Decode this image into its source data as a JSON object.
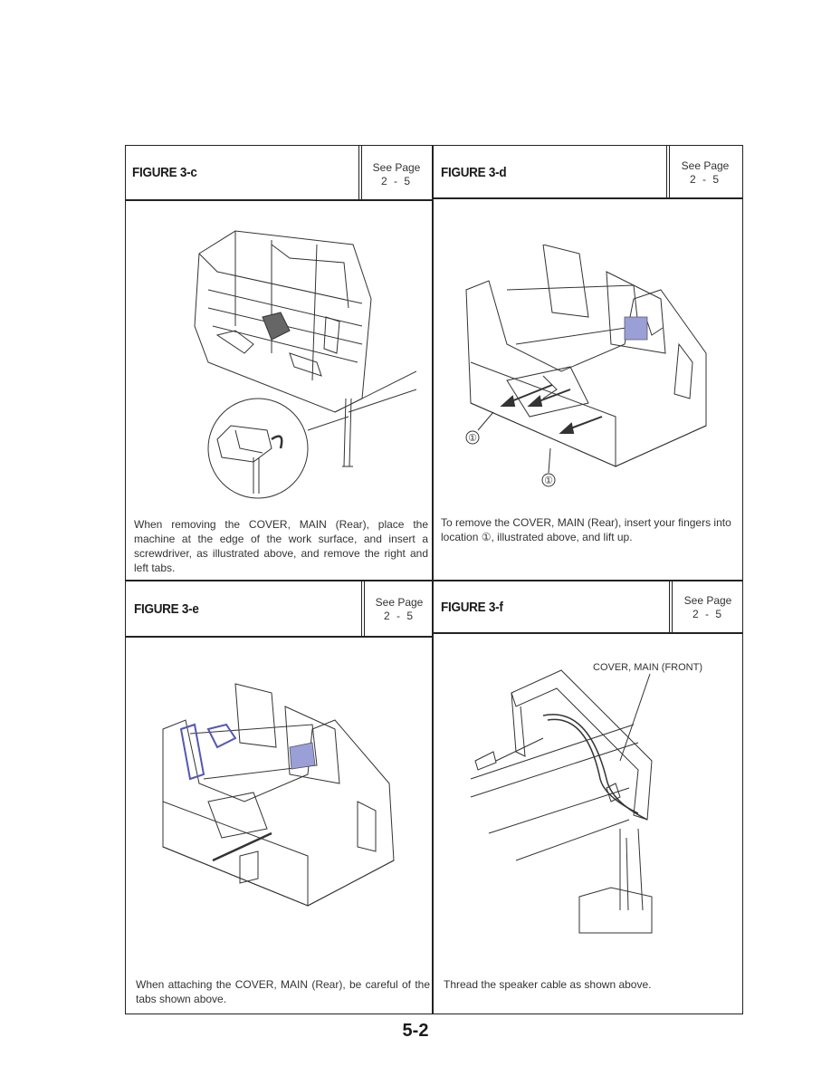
{
  "page_number": "5-2",
  "figures": [
    {
      "id": "3-c",
      "title": "FIGURE 3-c",
      "see_page_label": "See Page",
      "see_page_number": "2 - 5",
      "caption": "When removing the COVER, MAIN (Rear), place the machine at the edge of the work surface, and insert a screwdriver, as illustrated above, and remove the right and left tabs."
    },
    {
      "id": "3-d",
      "title": "FIGURE 3-d",
      "see_page_label": "See Page",
      "see_page_number": "2 - 5",
      "caption": "To remove the COVER, MAIN (Rear), insert your fingers into location ①, illustrated above, and lift up.",
      "callouts": [
        "①",
        "①"
      ]
    },
    {
      "id": "3-e",
      "title": "FIGURE 3-e",
      "see_page_label": "See Page",
      "see_page_number": "2 - 5",
      "caption": "When attaching the COVER, MAIN (Rear), be careful of the tabs shown above."
    },
    {
      "id": "3-f",
      "title": "FIGURE 3-f",
      "see_page_label": "See Page",
      "see_page_number": "2 - 5",
      "caption": "Thread the speaker cable as shown above.",
      "annotation": "COVER, MAIN (FRONT)"
    }
  ]
}
